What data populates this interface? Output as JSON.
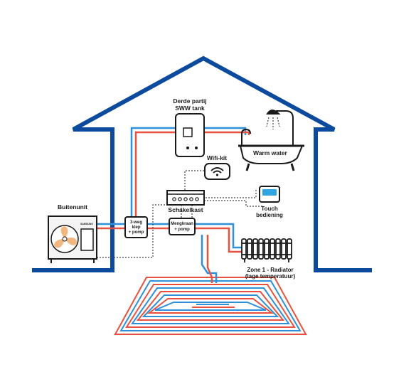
{
  "colors": {
    "house": "#0c4a9e",
    "hot_pipe": "#e8513f",
    "cold_pipe": "#2f8fd8",
    "wiring": "#444444",
    "fan": "#f2b77f",
    "touch_screen": "#2fa6e0"
  },
  "labels": {
    "tank_line1": "Derde partij",
    "tank_line2": "SWW tank",
    "warm_water": "Warm water",
    "wifi_kit": "Wifi-kit",
    "schakelkast": "Schakelkast",
    "touch_line1": "Touch",
    "touch_line2": "bediening",
    "buitenunit": "Buitenunit",
    "valve_line1": "3-weg",
    "valve_line2": "klep",
    "valve_line3": "+ pomp",
    "mixer_line1": "Mengkraan",
    "mixer_line2": "+ pomp",
    "zone_line1": "Zone 1 - Radiator",
    "zone_line2": "(lage temperatuur)",
    "unit_brand": "SAMSUNG"
  },
  "icons": {
    "tank": "water-tank-icon",
    "bathtub": "bathtub-shower-icon",
    "wifi": "wifi-icon",
    "control_box": "control-box-icon",
    "touch_panel": "touch-controller-icon",
    "outdoor_unit": "heat-pump-fan-icon",
    "radiator": "radiator-icon",
    "floor": "underfloor-heating-icon"
  }
}
